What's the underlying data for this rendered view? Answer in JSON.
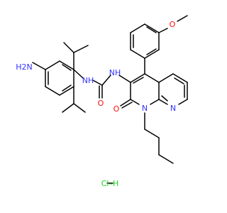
{
  "molecule": {
    "colors": {
      "bond": "#000000",
      "nitrogen": "#3333ff",
      "oxygen": "#ff0d0d",
      "chlorine": "#1fd11f",
      "carbon": "#000000"
    },
    "atom_labels": {
      "amine": "H2N",
      "urea_nh_left": "NH",
      "urea_nh_right": "NH",
      "urea_o": "O",
      "lactam_o": "O",
      "ring_n1": "N",
      "ring_n8": "N",
      "ether_o": "O",
      "hcl": "Cl–H"
    }
  }
}
